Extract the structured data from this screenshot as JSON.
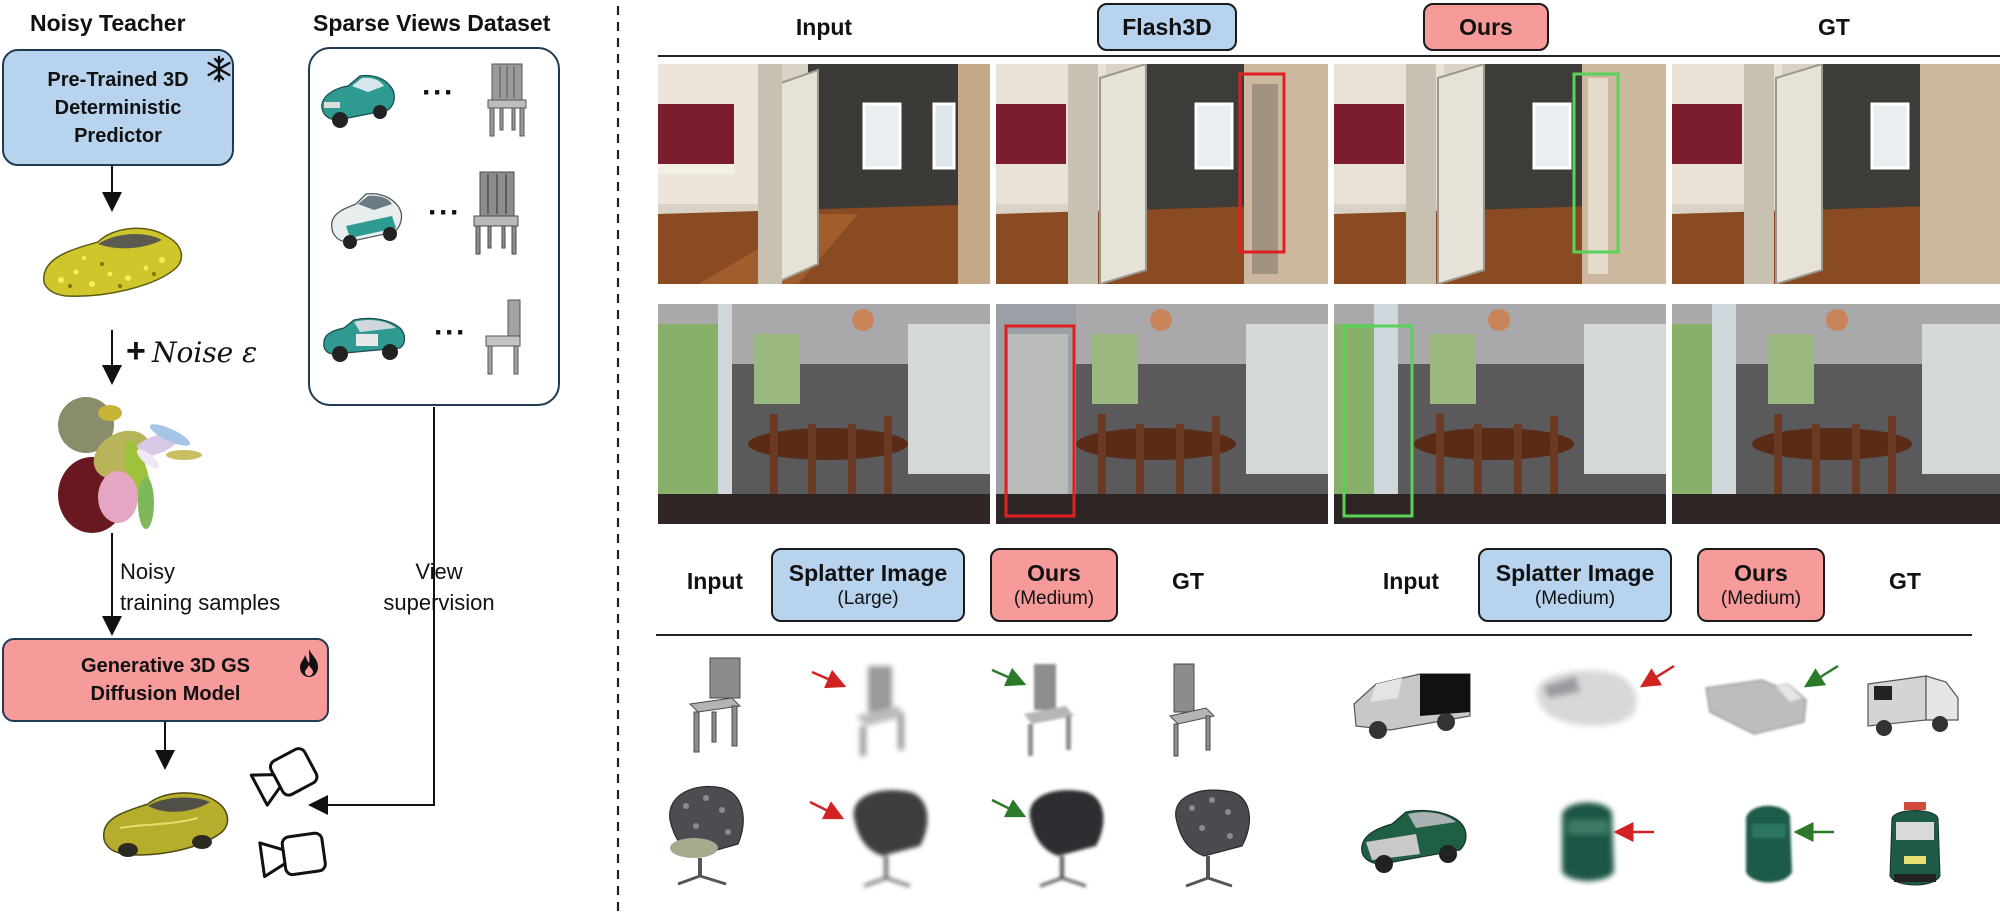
{
  "left": {
    "teacher_title": "Noisy Teacher",
    "dataset_title": "Sparse Views Dataset",
    "predictor_line1": "Pre-Trained 3D",
    "predictor_line2": "Deterministic",
    "predictor_line3": "Predictor",
    "noise_plus": "+",
    "noise_text": "Noise ε",
    "noisy_line1": "Noisy",
    "noisy_line2": "training samples",
    "view_line1": "View",
    "view_line2": "supervision",
    "diffusion_line1": "Generative 3D GS",
    "diffusion_line2": "Diffusion Model",
    "ellipsis": "···",
    "colors": {
      "blue_box": "#b7d3ee",
      "red_box": "#f69a9a",
      "car_teal": "#2f9a92",
      "gaussian_yellow": "#d6cf3a"
    }
  },
  "top": {
    "col_input": "Input",
    "col_flash": "Flash3D",
    "col_ours": "Ours",
    "col_gt": "GT",
    "colors": {
      "bad_box": "#e02020",
      "good_box": "#59d259"
    }
  },
  "bottom": {
    "left_input": "Input",
    "left_splatter": "Splatter Image",
    "left_splatter_size": "(Large)",
    "left_ours": "Ours",
    "left_ours_size": "(Medium)",
    "left_gt": "GT",
    "right_input": "Input",
    "right_splatter": "Splatter Image",
    "right_splatter_size": "(Medium)",
    "right_ours": "Ours",
    "right_ours_size": "(Medium)",
    "right_gt": "GT",
    "colors": {
      "bad_arrow": "#d22222",
      "good_arrow": "#2a7a2a"
    }
  }
}
